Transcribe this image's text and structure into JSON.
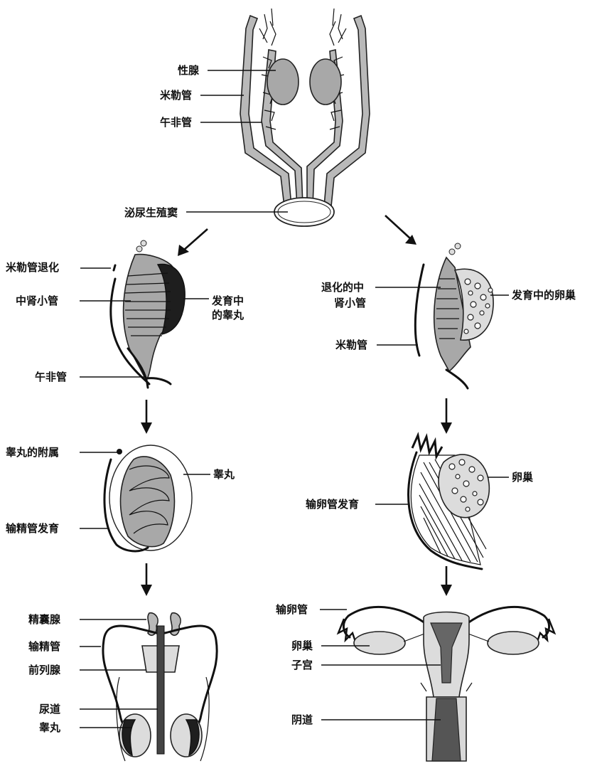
{
  "labels": {
    "gonad": "性腺",
    "mullerian_duct": "米勒管",
    "wolffian_duct": "午非管",
    "urogenital_sinus": "泌尿生殖窦",
    "mullerian_regress": "米勒管退化",
    "mesonephric_tubules": "中肾小管",
    "developing_testis_1": "发育中",
    "developing_testis_2": "的睾丸",
    "wolffian_duct_male": "午非管",
    "degenerated_tubules_1": "退化的中",
    "degenerated_tubules_2": "肾小管",
    "developing_ovary": "发育中的卵巢",
    "mullerian_duct_female": "米勒管",
    "testis_appendage": "睾丸的附属",
    "testis": "睾丸",
    "vas_deferens_dev": "输精管发育",
    "ovary": "卵巢",
    "oviduct_dev": "输卵管发育",
    "seminal_vesicle": "精囊腺",
    "vas_deferens": "输精管",
    "prostate": "前列腺",
    "urethra": "尿道",
    "testis_adult": "睾丸",
    "oviduct": "输卵管",
    "ovary_adult": "卵巢",
    "uterus": "子宫",
    "vagina": "阴道"
  }
}
